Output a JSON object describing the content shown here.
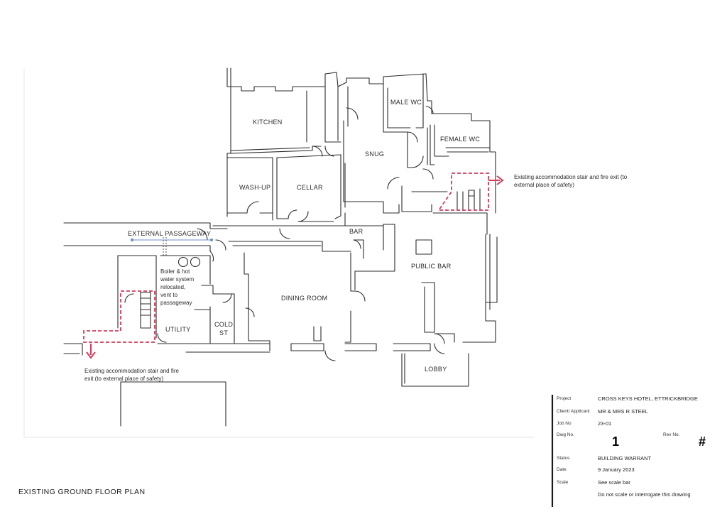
{
  "sheet_title": "EXISTING GROUND FLOOR PLAN",
  "rooms": {
    "kitchen": "KITCHEN",
    "male_wc": "MALE WC",
    "female_wc": "FEMALE WC",
    "snug": "SNUG",
    "wash_up": "WASH-UP",
    "cellar": "CELLAR",
    "external_passageway": "EXTERNAL PASSAGEWAY",
    "bar": "BAR",
    "public_bar": "PUBLIC BAR",
    "dining_room": "DINING ROOM",
    "utility": "UTILITY",
    "cold_st_line1": "COLD",
    "cold_st_line2": "ST",
    "lobby": "LOBBY"
  },
  "notes": {
    "boiler": [
      "Boiler & hot",
      "water system",
      "relocated,",
      "vent to",
      "passageway"
    ],
    "fire_exit_right": [
      "Existing accommodation stair and fire exit (to",
      "external place of safety)"
    ],
    "fire_exit_left": [
      "Existing accommodation stair and fire",
      "exit (to external place of safety)"
    ]
  },
  "title_block": {
    "project_label": "Project",
    "project": "CROSS KEYS HOTEL, ETTRICKBRIDGE",
    "client_label": "Client/ Applicant",
    "client": "MR & MRS R STEEL",
    "job_label": "Job No",
    "job": "23-01",
    "dwg_label": "Dwg No.",
    "dwg": "1",
    "rev_label": "Rev No.",
    "rev": "#",
    "status_label": "Status",
    "status": "BUILDING WARRANT",
    "date_label": "Date",
    "date": "9 January 2023",
    "scale_label": "Scale",
    "scale": "See scale bar",
    "scale_note": "Do not scale or interrogate this drawing"
  },
  "colors": {
    "line": "#2b2b2b",
    "fire_route": "#d63a5a",
    "service_line": "#6f8fc8"
  }
}
